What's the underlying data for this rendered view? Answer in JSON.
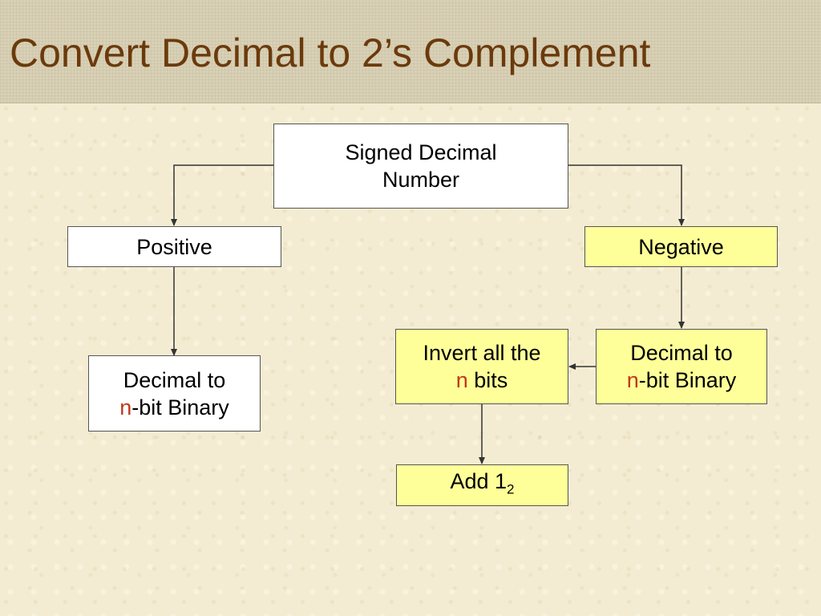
{
  "title": "Convert Decimal to 2’s Complement",
  "colors": {
    "title": "#6b3a0c",
    "highlight_box": "#ffff99",
    "variable_n": "#c0391b"
  },
  "nodes": {
    "root": {
      "line1": "Signed Decimal",
      "line2": "Number"
    },
    "positive": {
      "label": "Positive"
    },
    "negative": {
      "label": "Negative"
    },
    "pos_convert": {
      "line1": "Decimal to",
      "var": "n",
      "rest": "-bit Binary"
    },
    "neg_convert": {
      "line1": "Decimal to",
      "var": "n",
      "rest": "-bit Binary"
    },
    "invert": {
      "line1": "Invert all the",
      "var": "n",
      "rest": " bits"
    },
    "add_one": {
      "text": "Add 1",
      "subscript": "2"
    }
  }
}
